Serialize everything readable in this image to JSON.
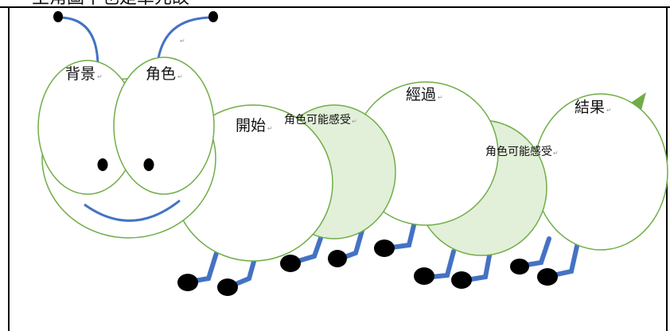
{
  "header_text": "主角圖中也是單元故",
  "colors": {
    "outline": "#70ad47",
    "light_fill": "#e2efd9",
    "leg": "#4472c4",
    "foot": "#000000",
    "eye": "#000000",
    "horn": "#70ad47",
    "frame": "#000000"
  },
  "labels": {
    "background": "背景",
    "character": "角色",
    "beginning": "開始",
    "character_feeling_1": "角色可能感受",
    "process": "經過",
    "character_feeling_2": "角色可能感受",
    "ending": "結果"
  },
  "para_mark": "↵"
}
